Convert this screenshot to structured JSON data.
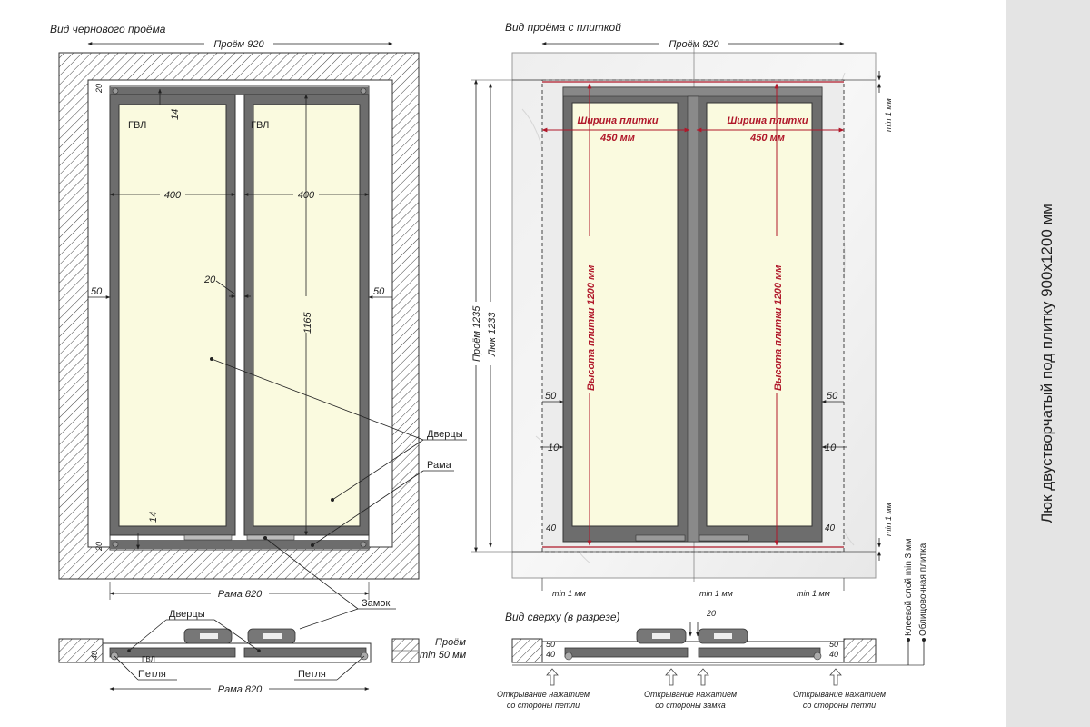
{
  "title": "Люк двустворчатый под плитку 900х1200 мм",
  "left_view": {
    "heading": "Вид чернового проёма",
    "opening_label": "Проём 920",
    "frame_label": "Рама 820",
    "gvl_label": "ГВЛ",
    "dims": {
      "d14": "14",
      "d400": "400",
      "d20": "20",
      "d50": "50",
      "d1165": "1165"
    },
    "callouts": {
      "doors": "Дверцы",
      "frame": "Рама",
      "lock": "Замок"
    }
  },
  "left_section": {
    "doors_label": "Дверцы",
    "hinge_label": "Петля",
    "frame_label": "Рама 820",
    "gvl_label": "ГВЛ",
    "d40": "40",
    "opening_note_1": "Проём",
    "opening_note_2": "min 50 мм"
  },
  "right_view": {
    "heading": "Вид проёма с плиткой",
    "opening_label": "Проём 920",
    "tile_width_1": "Ширина плитки",
    "tile_width_2": "450 мм",
    "tile_height": "Высота плитки 1200 мм",
    "opening_height": "Проём 1235",
    "hatch_height": "Люк 1233",
    "d50": "50",
    "d10": "10",
    "d40": "40",
    "min1": "min 1 мм",
    "adhesive": "Клеевой слой min 3 мм",
    "facing": "Облицовочная плитка"
  },
  "right_section": {
    "heading": "Вид сверху (в разрезе)",
    "d20": "20",
    "d50": "50",
    "d40": "40",
    "push_1": "Открывание нажатием",
    "push_hinge": "со стороны петли",
    "push_lock": "со стороны замка"
  }
}
